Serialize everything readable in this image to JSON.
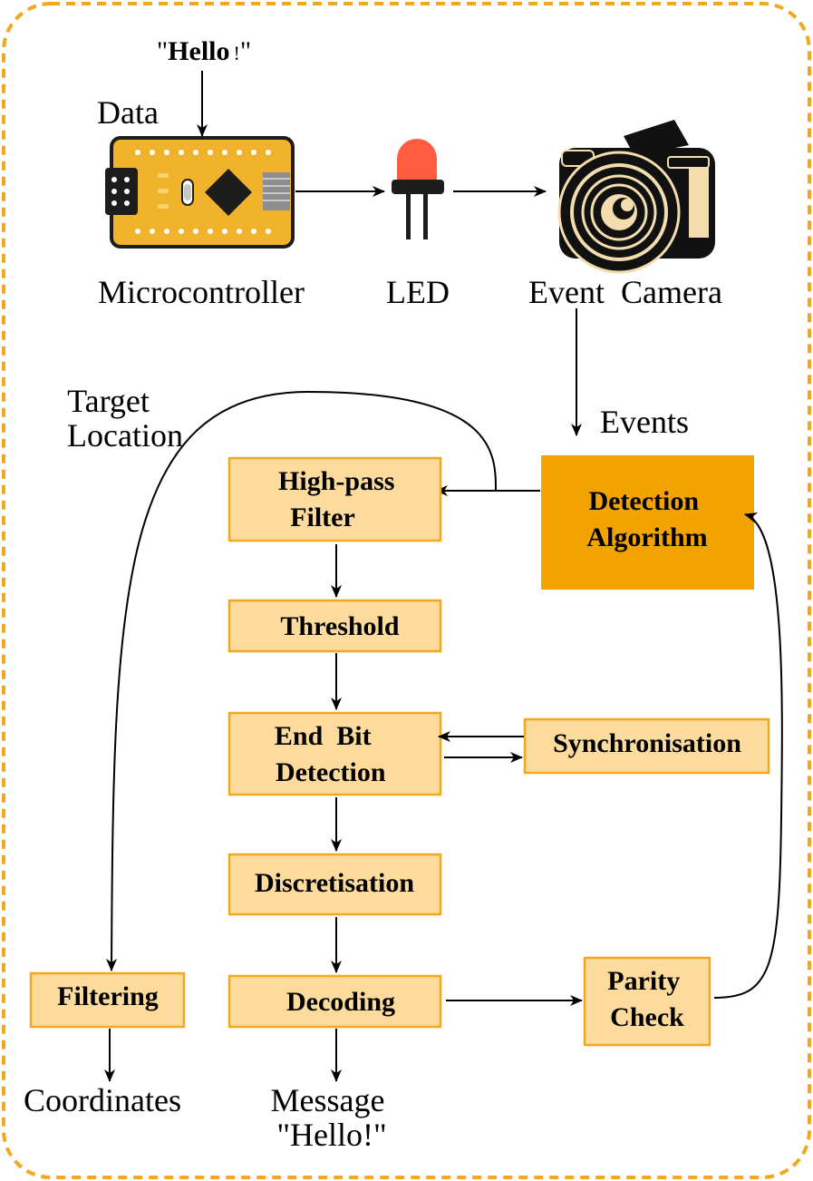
{
  "input": {
    "quote_open": "\"",
    "quote_word": "Hello",
    "quote_bang": "!",
    "quote_close": "\"",
    "data_label": "Data"
  },
  "devices": {
    "microcontroller": "Microcontroller",
    "led": "LED",
    "camera": "Event  Camera",
    "events": "Events"
  },
  "target_location": [
    "Target",
    "Location"
  ],
  "boxes": {
    "detection": [
      "Detection",
      "Algorithm"
    ],
    "highpass": [
      "High-pass",
      "Filter"
    ],
    "threshold": "Threshold",
    "endbit": [
      "End  Bit",
      "Detection"
    ],
    "sync": "Synchronisation",
    "discretisation": "Discretisation",
    "decoding": "Decoding",
    "parity": [
      "Parity",
      "Check"
    ],
    "filtering": "Filtering"
  },
  "outputs": {
    "coordinates": "Coordinates",
    "message": [
      "Message",
      "\"Hello!\""
    ]
  },
  "colors": {
    "border": "#f2a81e",
    "box_fill": "#fddb9c",
    "main_box_fill": "#f2a300",
    "board": "#f2b32c",
    "led": "#ff5c40",
    "camera": "#111111"
  }
}
